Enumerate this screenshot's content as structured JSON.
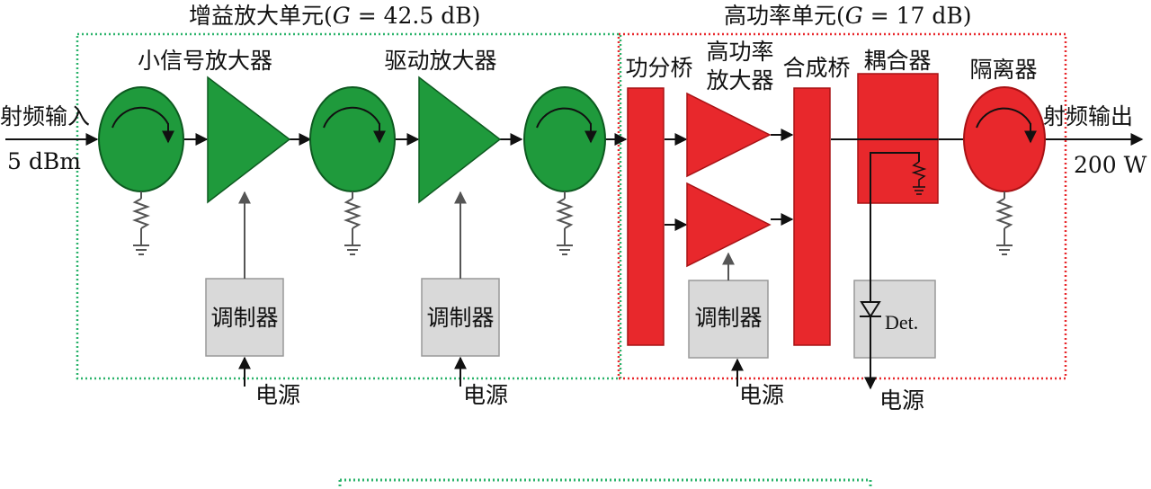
{
  "gain_unit": {
    "title_prefix": "增益放大单元(",
    "g_symbol": "G",
    "title_value": " = 42.5 dB)"
  },
  "power_unit": {
    "title_prefix": "高功率单元(",
    "g_symbol": "G",
    "title_value": " = 17 dB)"
  },
  "components": {
    "small_signal_amp": "小信号放大器",
    "driver_amp": "驱动放大器",
    "power_divider": "功分桥",
    "hpa_line1": "高功率",
    "hpa_line2": "放大器",
    "combiner": "合成桥",
    "coupler": "耦合器",
    "isolator": "隔离器",
    "modulator": "调制器",
    "detector": "Det."
  },
  "io": {
    "rf_input": "射频输入",
    "input_power": "5 dBm",
    "rf_output": "射频输出",
    "output_power": "200 W",
    "power_supply": "电源"
  },
  "colors": {
    "gain_stage": "#1f9a3c",
    "power_stage": "#e8282c",
    "modulator_fill": "#d9d9d9",
    "gain_border": "#2bb36b",
    "power_border": "#e8282c"
  }
}
